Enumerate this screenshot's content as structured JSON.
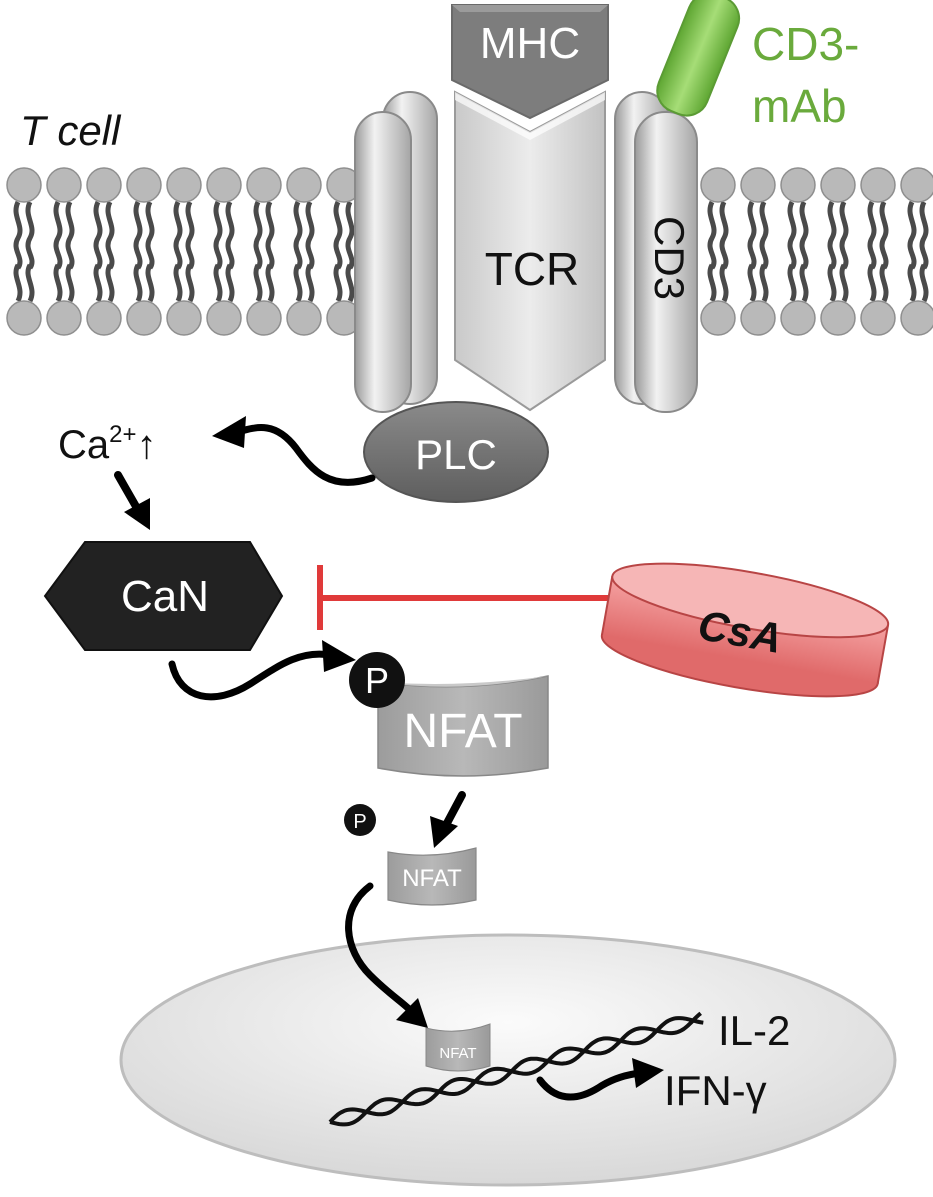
{
  "labels": {
    "cell_label": "T cell",
    "mhc": "MHC",
    "tcr": "TCR",
    "cd3": "CD3",
    "cd3_mab_line1": "CD3-",
    "cd3_mab_line2": "mAb",
    "plc": "PLC",
    "ca": "Ca",
    "ca_charge": "2+",
    "ca_arrow": "↑",
    "can": "CaN",
    "csa": "CsA",
    "phospho": "P",
    "nfat": "NFAT",
    "il2": "IL-2",
    "ifng": "IFN-γ"
  },
  "colors": {
    "lipid_head": "#b9b9b9",
    "lipid_tail": "#4a4a4a",
    "mhc": "#7d7d7d",
    "tcr": "#dcdcdc",
    "cd3": "#cfcfcf",
    "cd3_mab": "#7cc24a",
    "cd3_mab_text": "#6aaa3c",
    "plc": "#6e6e6e",
    "can": "#222222",
    "csa": "#e97e7e",
    "inhibition": "#e03a3a",
    "nfat": "#a8a8a8",
    "nucleus": "#e6e6e6",
    "dna": "#111111"
  }
}
